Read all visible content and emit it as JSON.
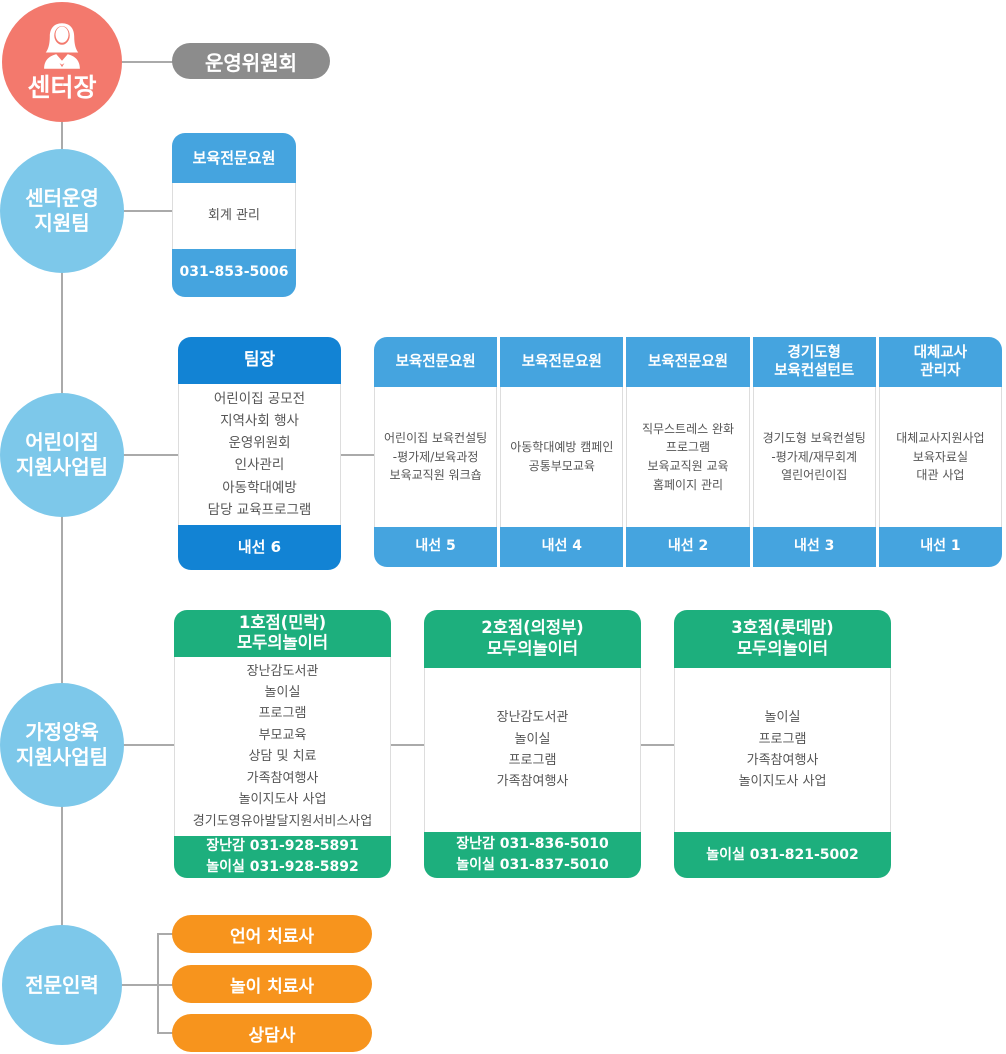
{
  "colors": {
    "director_red": "#f3796d",
    "team_sky": "#7dc8ea",
    "card_blue": "#45a4df",
    "card_blue_dark": "#1283d4",
    "card_green": "#1daf7d",
    "pill_orange": "#f7941d",
    "pill_gray": "#8c8c8c",
    "connector_gray": "#aaaaaa",
    "body_text": "#555555"
  },
  "director": {
    "label": "센터장"
  },
  "committee": {
    "label": "운영위원회"
  },
  "team_center_ops": {
    "label_lines": [
      "센터운영",
      "지원팀"
    ],
    "card": {
      "title": "보육전문요원",
      "duties": [
        "회계 관리"
      ],
      "footer": "031-853-5006"
    }
  },
  "team_childcare": {
    "label_lines": [
      "어린이집",
      "지원사업팀"
    ],
    "leader_card": {
      "title": "팀장",
      "duties": [
        "어린이집 공모전",
        "지역사회 행사",
        "운영위원회",
        "인사관리",
        "아동학대예방",
        "담당 교육프로그램"
      ],
      "footer": "내선 6"
    },
    "staff_cards": [
      {
        "title_lines": [
          "보육전문요원"
        ],
        "duties": [
          "어린이집 보육컨설팅",
          "-평가제/보육과정",
          "보육교직원 워크숍"
        ],
        "footer": "내선 5"
      },
      {
        "title_lines": [
          "보육전문요원"
        ],
        "duties": [
          "아동학대예방 캠페인",
          "공통부모교육"
        ],
        "footer": "내선 4"
      },
      {
        "title_lines": [
          "보육전문요원"
        ],
        "duties": [
          "직무스트레스 완화",
          "프로그램",
          "보육교직원 교육",
          "홈페이지 관리"
        ],
        "footer": "내선 2"
      },
      {
        "title_lines": [
          "경기도형",
          "보육컨설턴트"
        ],
        "duties": [
          "경기도형 보육컨설팅",
          "-평가제/재무회계",
          "열린어린이집"
        ],
        "footer": "내선 3"
      },
      {
        "title_lines": [
          "대체교사",
          "관리자"
        ],
        "duties": [
          "대체교사지원사업",
          "보육자료실",
          "대관 사업"
        ],
        "footer": "내선 1"
      }
    ]
  },
  "team_family": {
    "label_lines": [
      "가정양육",
      "지원사업팀"
    ],
    "branch_cards": [
      {
        "title_lines": [
          "1호점(민락)",
          "모두의놀이터"
        ],
        "duties": [
          "장난감도서관",
          "놀이실",
          "프로그램",
          "부모교육",
          "상담 및 치료",
          "가족참여행사",
          "놀이지도사 사업",
          "경기도영유아발달지원서비스사업"
        ],
        "footer_lines": [
          "장난감 031-928-5891",
          "놀이실 031-928-5892"
        ]
      },
      {
        "title_lines": [
          "2호점(의정부)",
          "모두의놀이터"
        ],
        "duties": [
          "장난감도서관",
          "놀이실",
          "프로그램",
          "가족참여행사"
        ],
        "footer_lines": [
          "장난감 031-836-5010",
          "놀이실 031-837-5010"
        ]
      },
      {
        "title_lines": [
          "3호점(롯데맘)",
          "모두의놀이터"
        ],
        "duties": [
          "놀이실",
          "프로그램",
          "가족참여행사",
          "놀이지도사 사업"
        ],
        "footer_lines": [
          "놀이실 031-821-5002"
        ]
      }
    ]
  },
  "team_specialists": {
    "label": "전문인력",
    "roles": [
      {
        "label": "언어 치료사"
      },
      {
        "label": "놀이 치료사"
      },
      {
        "label": "상담사"
      }
    ]
  }
}
